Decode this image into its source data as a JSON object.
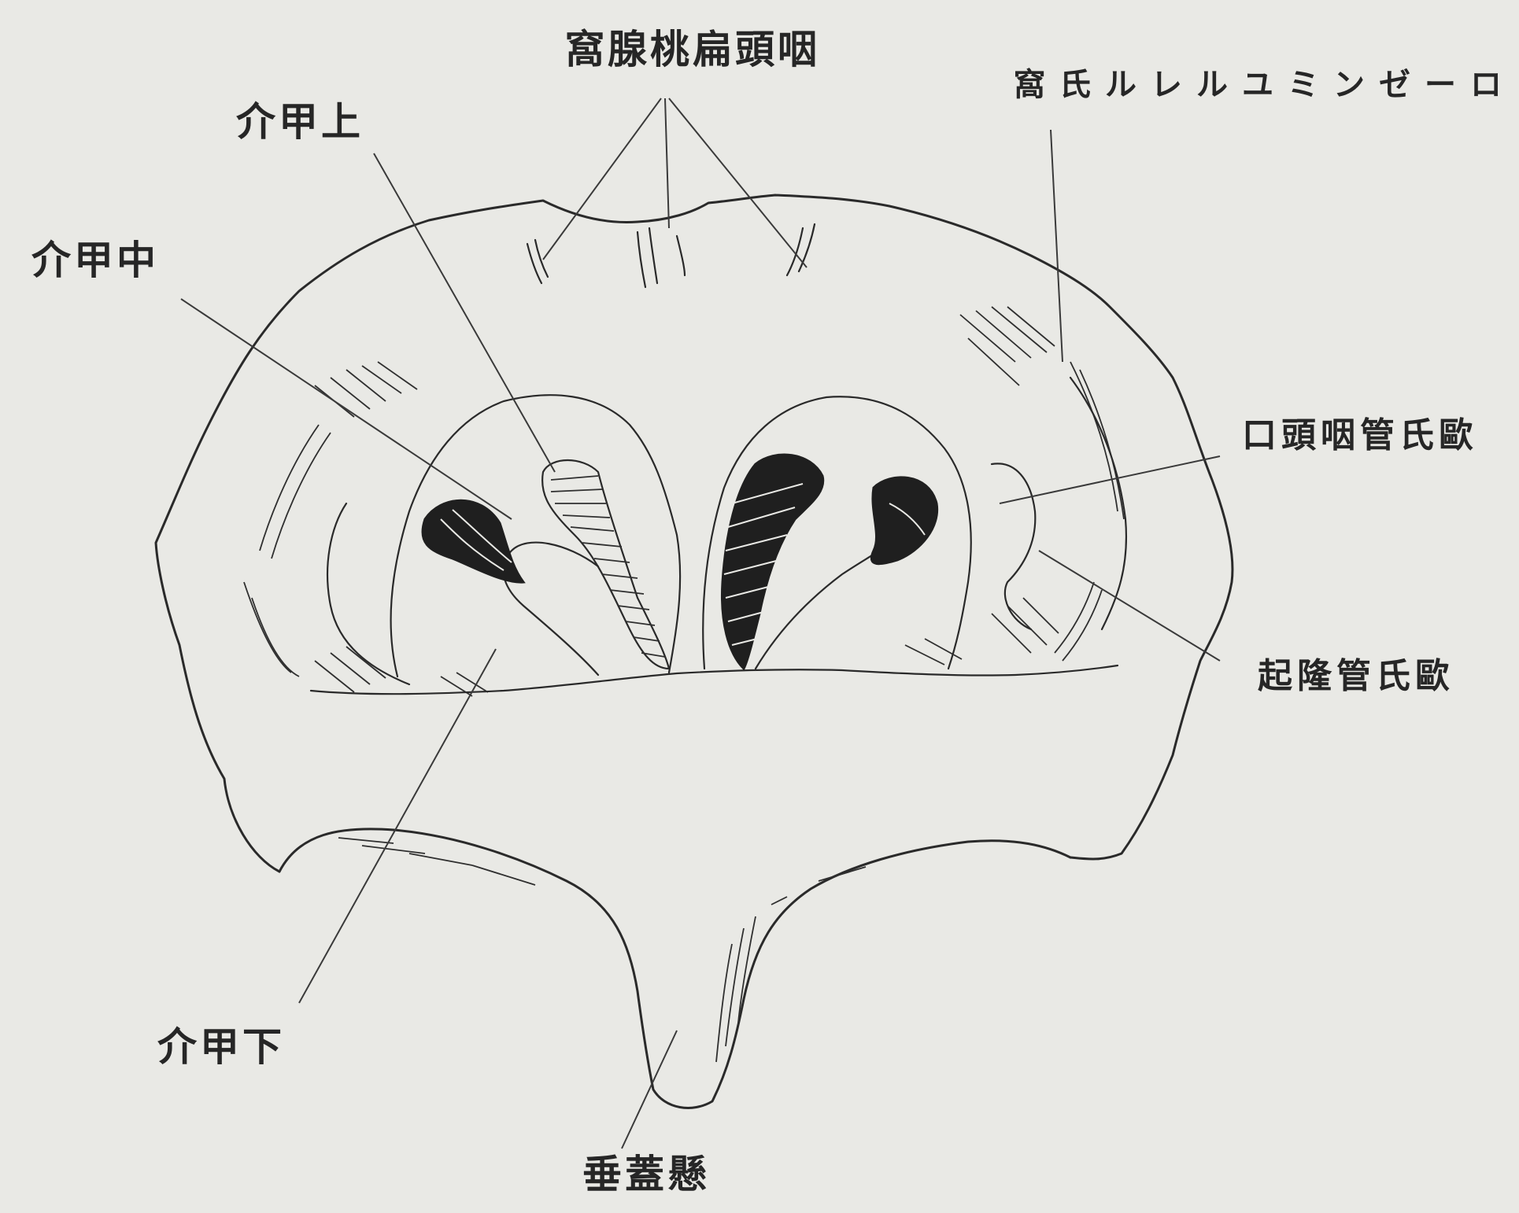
{
  "labels": {
    "pharyngeal_tonsil_fossa": "窩腺桃扁頭咽",
    "superior_concha": "介甲上",
    "middle_concha": "介甲中",
    "inferior_concha": "介甲下",
    "rosenmuller_fossa": "窩氏ルレルユミンゼーロ",
    "eustachian_orifice": "口頭咽管氏歐",
    "torus_tubarius": "起隆管氏歐",
    "uvula": "垂蓋懸"
  },
  "colors": {
    "paper": "#e9e9e5",
    "ink": "#2a2a2a"
  }
}
